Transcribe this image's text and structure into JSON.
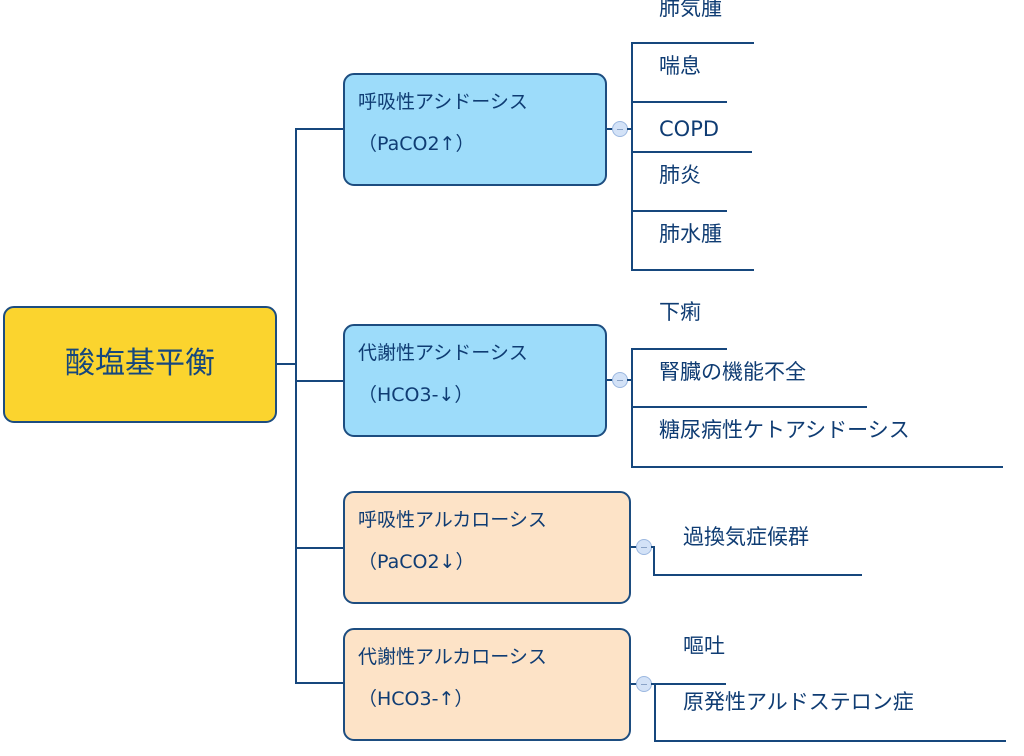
{
  "root": {
    "label": "酸塩基平衡",
    "color": "#fbd42e"
  },
  "categories": [
    {
      "title": "呼吸性アシドーシス",
      "subtitle": "（PaCO2↑）",
      "color": "#9ddcfa",
      "children": [
        "肺気腫",
        "喘息",
        "COPD",
        "肺炎",
        "肺水腫"
      ]
    },
    {
      "title": "代謝性アシドーシス",
      "subtitle": "（HCO3-↓）",
      "color": "#9ddcfa",
      "children": [
        "下痢",
        "腎臓の機能不全",
        "糖尿病性ケトアシドーシス"
      ]
    },
    {
      "title": "呼吸性アルカローシス",
      "subtitle": "（PaCO2↓）",
      "color": "#fde3c7",
      "children": [
        "過換気症候群"
      ]
    },
    {
      "title": "代謝性アルカローシス",
      "subtitle": "（HCO3-↑）",
      "color": "#fde3c7",
      "children": [
        "嘔吐",
        "原発性アルドステロン症"
      ]
    }
  ],
  "line_color": "#16477d"
}
